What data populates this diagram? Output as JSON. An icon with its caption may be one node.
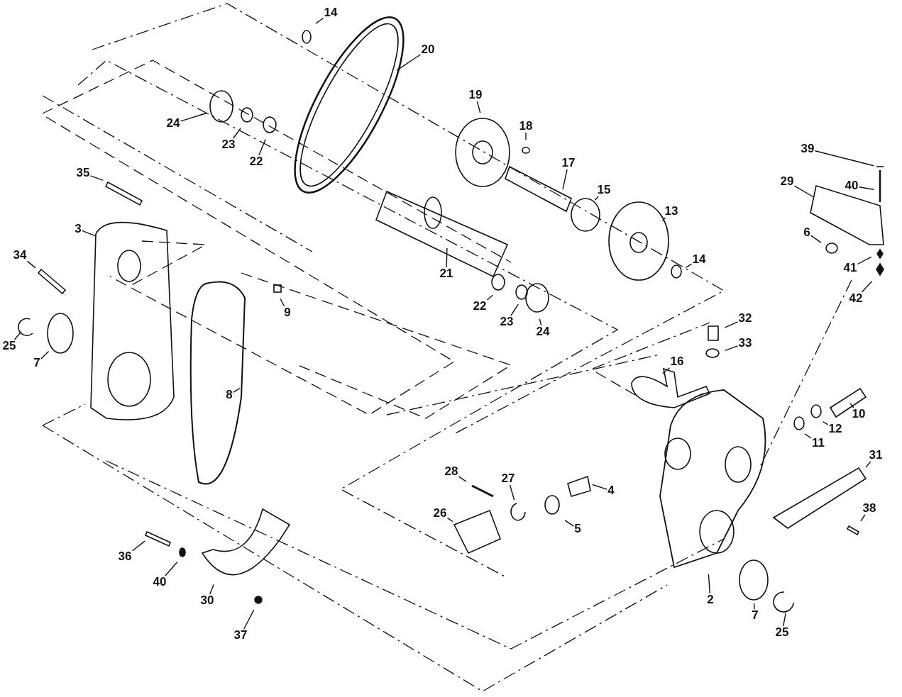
{
  "diagram": {
    "nodes": [
      {
        "text": [
          "14"
        ]
      },
      {
        "text": [
          "20"
        ]
      },
      {
        "text": [
          "19"
        ]
      },
      {
        "text": [
          "18"
        ]
      },
      {
        "text": [
          "24"
        ]
      },
      {
        "text": [
          "23"
        ]
      },
      {
        "text": [
          "22"
        ]
      },
      {
        "text": [
          "35"
        ]
      },
      {
        "text": [
          "17"
        ]
      },
      {
        "text": [
          "39"
        ]
      },
      {
        "text": [
          "29"
        ]
      },
      {
        "text": [
          "40"
        ]
      },
      {
        "text": [
          "15"
        ]
      },
      {
        "text": [
          "13"
        ]
      },
      {
        "text": [
          "3"
        ]
      },
      {
        "text": [
          "6"
        ]
      },
      {
        "text": [
          "34"
        ]
      },
      {
        "text": [
          "14"
        ]
      },
      {
        "text": [
          "41"
        ]
      },
      {
        "text": [
          "21"
        ]
      },
      {
        "text": [
          "22"
        ]
      },
      {
        "text": [
          "42"
        ]
      },
      {
        "text": [
          "9"
        ]
      },
      {
        "text": [
          "23"
        ]
      },
      {
        "text": [
          "25"
        ]
      },
      {
        "text": [
          "24"
        ]
      },
      {
        "text": [
          "7"
        ]
      },
      {
        "text": [
          "32"
        ]
      },
      {
        "text": [
          "33"
        ]
      },
      {
        "text": [
          "16"
        ]
      },
      {
        "text": [
          "8"
        ]
      },
      {
        "text": [
          "10"
        ]
      },
      {
        "text": [
          "12"
        ]
      },
      {
        "text": [
          "11"
        ]
      },
      {
        "text": [
          "31"
        ]
      },
      {
        "text": [
          "28"
        ]
      },
      {
        "text": [
          "27"
        ]
      },
      {
        "text": [
          "4"
        ]
      },
      {
        "text": [
          "5"
        ]
      },
      {
        "text": [
          "26"
        ]
      },
      {
        "text": [
          "38"
        ]
      },
      {
        "text": [
          "36"
        ]
      },
      {
        "text": [
          "40"
        ]
      },
      {
        "text": [
          "2"
        ]
      },
      {
        "text": [
          "30"
        ]
      },
      {
        "text": [
          "7"
        ]
      },
      {
        "text": [
          "37"
        ]
      },
      {
        "text": [
          "25"
        ]
      }
    ],
    "edges": [
      {
        "from": 0,
        "to": null,
        "arrow": "none"
      },
      {
        "from": 1,
        "to": null,
        "arrow": "none"
      },
      {
        "from": 2,
        "to": null,
        "arrow": "none"
      },
      {
        "from": 3,
        "to": null,
        "arrow": "none"
      },
      {
        "from": 4,
        "to": null,
        "arrow": "none"
      },
      {
        "from": 5,
        "to": null,
        "arrow": "none"
      },
      {
        "from": 6,
        "to": null,
        "arrow": "none"
      },
      {
        "from": 7,
        "to": null,
        "arrow": "none"
      },
      {
        "from": 8,
        "to": null,
        "arrow": "none"
      },
      {
        "from": 9,
        "to": null,
        "arrow": "none"
      },
      {
        "from": 10,
        "to": null,
        "arrow": "none"
      },
      {
        "from": 11,
        "to": null,
        "arrow": "none"
      },
      {
        "from": 12,
        "to": null,
        "arrow": "none"
      },
      {
        "from": 13,
        "to": null,
        "arrow": "none"
      },
      {
        "from": 14,
        "to": null,
        "arrow": "none"
      },
      {
        "from": 15,
        "to": null,
        "arrow": "none"
      },
      {
        "from": 16,
        "to": null,
        "arrow": "none"
      },
      {
        "from": 17,
        "to": null,
        "arrow": "none"
      },
      {
        "from": 18,
        "to": null,
        "arrow": "none"
      },
      {
        "from": 19,
        "to": null,
        "arrow": "none"
      },
      {
        "from": 20,
        "to": null,
        "arrow": "none"
      },
      {
        "from": 21,
        "to": null,
        "arrow": "none"
      },
      {
        "from": 22,
        "to": null,
        "arrow": "none"
      },
      {
        "from": 23,
        "to": null,
        "arrow": "none"
      },
      {
        "from": 24,
        "to": null,
        "arrow": "none"
      },
      {
        "from": 25,
        "to": null,
        "arrow": "none"
      },
      {
        "from": 26,
        "to": null,
        "arrow": "none"
      },
      {
        "from": 27,
        "to": null,
        "arrow": "none"
      },
      {
        "from": 28,
        "to": null,
        "arrow": "none"
      },
      {
        "from": 29,
        "to": null,
        "arrow": "none"
      },
      {
        "from": 30,
        "to": null,
        "arrow": "none"
      },
      {
        "from": 31,
        "to": null,
        "arrow": "none"
      },
      {
        "from": 32,
        "to": null,
        "arrow": "none"
      },
      {
        "from": 33,
        "to": null,
        "arrow": "none"
      },
      {
        "from": 34,
        "to": null,
        "arrow": "none"
      },
      {
        "from": 35,
        "to": null,
        "arrow": "none"
      },
      {
        "from": 36,
        "to": null,
        "arrow": "none"
      },
      {
        "from": 37,
        "to": null,
        "arrow": "none"
      },
      {
        "from": 38,
        "to": null,
        "arrow": "none"
      },
      {
        "from": 39,
        "to": null,
        "arrow": "none"
      },
      {
        "from": 40,
        "to": null,
        "arrow": "none"
      },
      {
        "from": 41,
        "to": null,
        "arrow": "none"
      },
      {
        "from": 42,
        "to": null,
        "arrow": "none"
      },
      {
        "from": 43,
        "to": null,
        "arrow": "none"
      },
      {
        "from": 44,
        "to": null,
        "arrow": "none"
      },
      {
        "from": 45,
        "to": null,
        "arrow": "none"
      },
      {
        "from": 46,
        "to": null,
        "arrow": "none"
      },
      {
        "from": 47,
        "to": null,
        "arrow": "none"
      }
    ]
  }
}
